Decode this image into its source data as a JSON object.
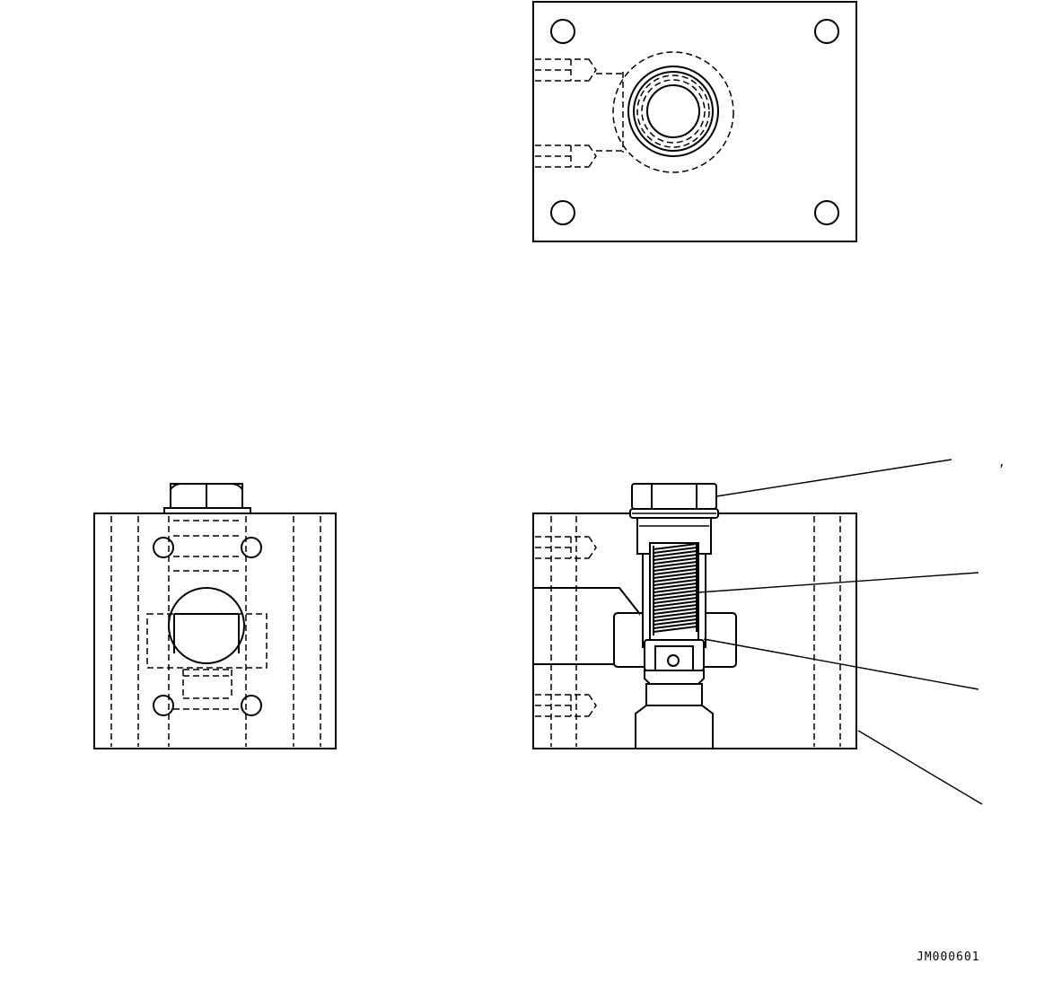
{
  "drawing": {
    "reference_code": "JM000601",
    "callout_mark": ","
  },
  "views": [
    {
      "name": "top-view"
    },
    {
      "name": "side-view"
    },
    {
      "name": "front-section-view"
    }
  ]
}
